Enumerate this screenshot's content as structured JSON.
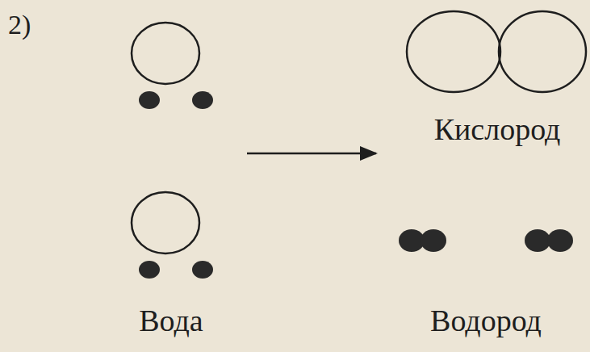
{
  "diagram": {
    "labels": [
      "2)",
      "Кислород",
      "Вода",
      "Водород"
    ]
  }
}
